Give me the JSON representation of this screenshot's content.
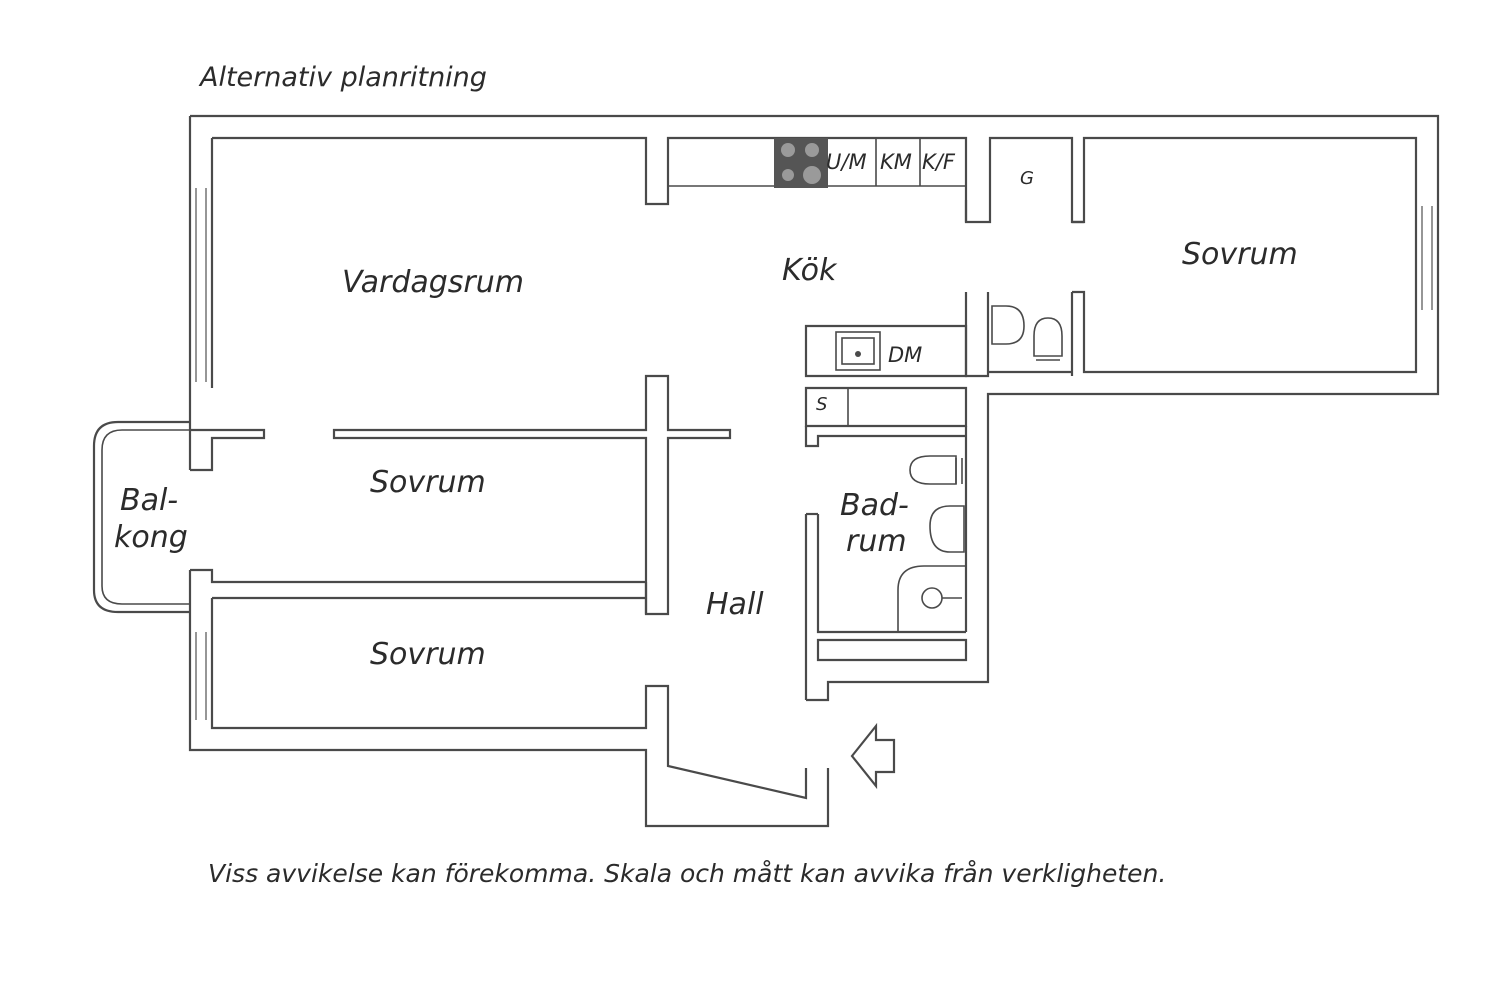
{
  "title": "Alternativ planritning",
  "rooms": {
    "vardagsrum": "Vardagsrum",
    "kok": "Kök",
    "sovrum_east": "Sovrum",
    "sovrum_middle": "Sovrum",
    "sovrum_south": "Sovrum",
    "balkong_line1": "Bal-",
    "balkong_line2": "kong",
    "hall": "Hall",
    "badrum_line1": "Bad-",
    "badrum_line2": "rum"
  },
  "fixtures": {
    "um": "U/M",
    "km": "KM",
    "kf": "K/F",
    "g": "G",
    "dm": "DM",
    "s": "S"
  },
  "footer_note": "Viss avvikelse kan förekomma. Skala och mått kan avvika från verkligheten.",
  "icons": [
    "stove-icon",
    "sink-icon",
    "toilet-icon",
    "washbasin-icon",
    "shower-icon",
    "entrance-arrow-icon"
  ],
  "colors": {
    "wall": "#4a4a4a",
    "text": "#2b2b2b",
    "stove": "#555555"
  }
}
